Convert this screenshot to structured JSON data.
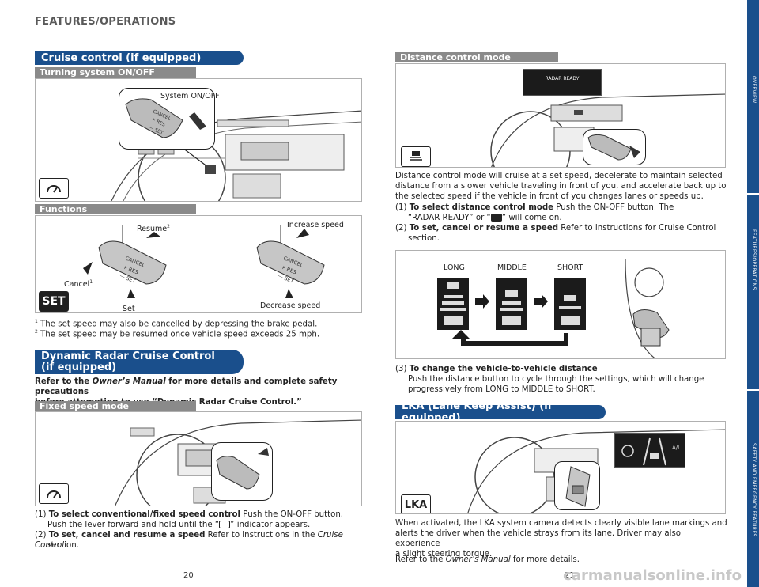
{
  "header": {
    "title": "FEATURES/OPERATIONS"
  },
  "left": {
    "cruise": {
      "title": "Cruise control (if equipped)",
      "turning_title": "Turning system ON/OFF",
      "system_label": "System ON/OFF",
      "functions_title": "Functions",
      "labels": {
        "resume": "Resume",
        "cancel": "Cancel",
        "set": "Set",
        "increase": "Increase speed",
        "decrease": "Decrease speed",
        "sup1": "1",
        "sup2": "2"
      },
      "icon_set": "SET",
      "footnote1": "The set speed may also be cancelled by depressing the brake pedal.",
      "footnote2": "The set speed may be resumed once vehicle speed exceeds 25 mph."
    },
    "drcc": {
      "title_line1": "Dynamic Radar Cruise Control",
      "title_line2": "(if equipped)",
      "intro_a": "Refer to the ",
      "intro_manual": "Owner’s Manual",
      "intro_b": " for more details and complete safety precautions",
      "intro_line2": "before attempting to use “Dynamic Radar Cruise Control.”",
      "fixed_title": "Fixed speed mode",
      "step1_num": "(1)",
      "step1_bold": "To select conventional/fixed speed control",
      "step1_text": " Push the ON-OFF button.",
      "step1_line2_a": "Push the lever forward and hold until the “",
      "step1_line2_b": "” indicator appears.",
      "step2_num": "(2)",
      "step2_bold": "To set, cancel and resume a speed",
      "step2_text": " Refer to instructions in the ",
      "step2_italic": "Cruise Control",
      "step2_line2": "section."
    },
    "page_number": "20"
  },
  "right": {
    "distance": {
      "title": "Distance control mode",
      "radar_ready": "RADAR READY",
      "body_line1": "Distance control mode will cruise at a set speed, decelerate to maintain selected",
      "body_line2": "distance from a slower vehicle traveling in front of you, and accelerate back up to",
      "body_line3": "the selected speed if the vehicle in front of you changes lanes or speeds up.",
      "step1_num": "(1)",
      "step1_bold": "To select distance control mode",
      "step1_text": " Push the ON-OFF button. The",
      "step1_line2_a": "“RADAR READY” or “",
      "step1_line2_b": "” will come on.",
      "step2_num": "(2)",
      "step2_bold": "To set, cancel or resume a speed",
      "step2_text": " Refer to instructions for Cruise Control",
      "step2_line2": "section.",
      "dist_labels": {
        "long": "LONG",
        "middle": "MIDDLE",
        "short": "SHORT"
      },
      "step3_num": "(3)",
      "step3_bold": "To change the vehicle-to-vehicle distance",
      "step3_line1": "Push the distance button to cycle through the settings, which will change",
      "step3_line2": "progressively from LONG to MIDDLE to SHORT."
    },
    "lka": {
      "title": "LKA (Lane Keep Assist) (if equipped)",
      "icon": "LKA",
      "body_line1": "When activated, the LKA system camera detects clearly visible lane markings and",
      "body_line2": "alerts the driver when the vehicle strays from its lane. Driver may also experience",
      "body_line3": "a slight steering torque.",
      "refer_a": "Refer to the ",
      "refer_manual": "Owner’s Manual",
      "refer_b": " for more details."
    },
    "page_number": "21"
  },
  "side_tabs": {
    "overview": "OVERVIEW",
    "features": "FEATURES/OPERATIONS",
    "safety": "SAFETY AND EMERGENCY FEATURES"
  },
  "watermark": "carmanualsonline.info",
  "colors": {
    "section_blue": "#1a4f8c",
    "subsection_gray": "#8a8a8a"
  }
}
